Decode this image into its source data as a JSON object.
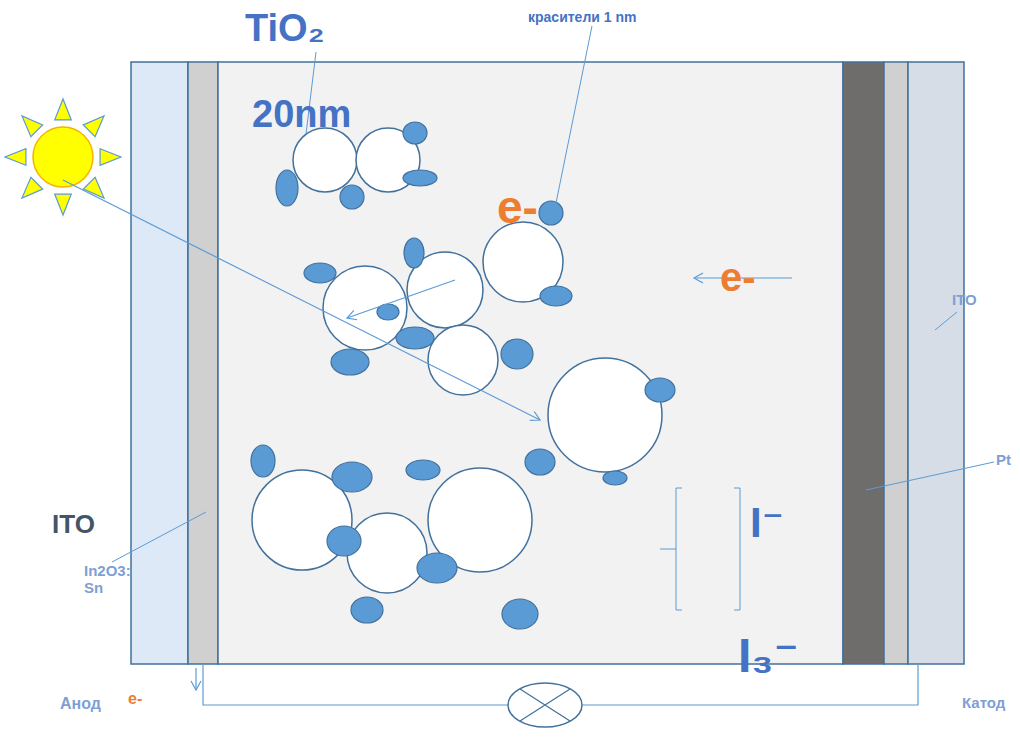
{
  "diagram": {
    "labels": [
      "TiO₂",
      "20nm",
      "красители 1 nm",
      "e-",
      "e-",
      "ITO",
      "Pt",
      "In2O3: Sn",
      "ITO",
      "I⁻",
      "I₃⁻",
      "Анод",
      "e-",
      "Катод"
    ]
  }
}
